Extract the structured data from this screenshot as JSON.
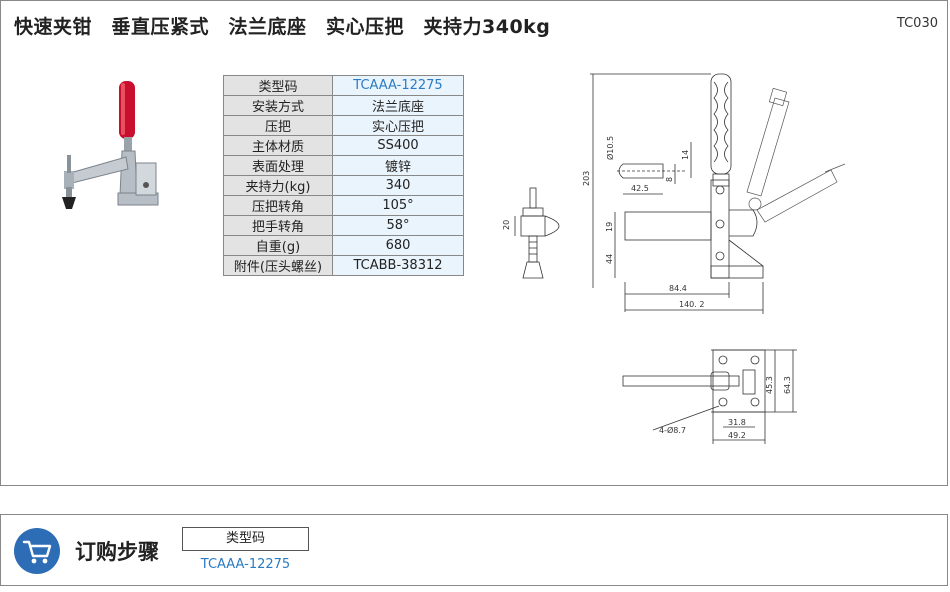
{
  "header": {
    "title": "快速夹钳　垂直压紧式　法兰底座　实心压把　夹持力340kg",
    "code": "TC030"
  },
  "specs": [
    {
      "key": "类型码",
      "value": "TCAAA-12275"
    },
    {
      "key": "安装方式",
      "value": "法兰底座"
    },
    {
      "key": "压把",
      "value": "实心压把"
    },
    {
      "key": "主体材质",
      "value": "SS400"
    },
    {
      "key": "表面处理",
      "value": "镀锌"
    },
    {
      "key": "夹持力(kg)",
      "value": "340"
    },
    {
      "key": "压把转角",
      "value": "105°"
    },
    {
      "key": "把手转角",
      "value": "58°"
    },
    {
      "key": "自重(g)",
      "value": "680"
    },
    {
      "key": "附件(压头螺丝)",
      "value": "TCABB-38312"
    }
  ],
  "drawing": {
    "dim_203": "203",
    "dim_d10_5": "Ø10.5",
    "dim_14": "14",
    "dim_8": "8",
    "dim_42_5": "42.5",
    "dim_19": "19",
    "dim_44": "44",
    "dim_84_4": "84.4",
    "dim_140_2": "140. 2",
    "dim_20": "20",
    "dim_45_3": "45.3",
    "dim_64_3": "64.3",
    "dim_31_8": "31.8",
    "dim_49_2": "49.2",
    "dim_holes": "4-Ø8.7"
  },
  "order": {
    "icon": "shopping-cart-icon",
    "title": "订购步骤",
    "field_label": "类型码",
    "field_value": "TCAAA-12275"
  },
  "colors": {
    "accent_blue": "#2a7bc4",
    "cart_blue": "#2d6db5",
    "handle_red": "#c8102e"
  }
}
